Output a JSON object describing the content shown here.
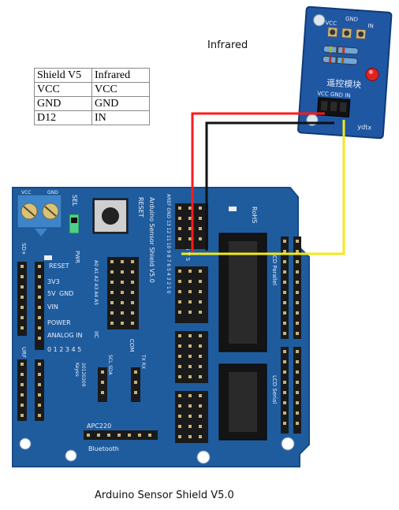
{
  "infrared_caption": "Infrared",
  "board_caption": "Arduino Sensor Shield V5.0",
  "pin_table": {
    "header": [
      "Shield V5",
      "Infrared"
    ],
    "rows": [
      [
        "VCC",
        "VCC"
      ],
      [
        "GND",
        "GND"
      ],
      [
        "D12",
        "IN"
      ]
    ]
  },
  "ir_module": {
    "top_labels": [
      "VCC",
      "GND",
      "IN"
    ],
    "chinese_label": "遥控模块",
    "bottom_labels": "VCC GND IN",
    "brand": "ydtx"
  },
  "board_labels": {
    "title": "Arduino Sensor Shield V5.0",
    "reset": "RESET",
    "rohs": "RoHS",
    "pwr": "PWR",
    "sel": "SEL",
    "vcc": "VCC",
    "gnd": "GND",
    "reset_block": "RESET",
    "v33": "3V3",
    "v5": "5V",
    "gnd2": "GND",
    "vin": "VIN",
    "power": "POWER",
    "analog_in": "ANALOG IN",
    "analog_nums": "0 1 2 3 4 5",
    "urf": "URF 01+",
    "sd": "SD+",
    "analog_top": "AREF GND 13 12  11 10 9 8  7 6 5 4  3 2 1 0",
    "iic": "IIC",
    "com": "COM",
    "scl_sda": "SCL SDA",
    "txrx": "TX RX",
    "a_pins": "A0 A1 A2 A3 A4 A5",
    "apc": "APC220",
    "bluetooth": "Bluetooth",
    "keyes": "Keyes",
    "date": "20120209",
    "lcd_parallel": "LCD Parallel",
    "lcd_serial": "LCD Serial",
    "gvs": "G V S"
  },
  "wires": [
    {
      "name": "vcc",
      "color": "#ff1a1a"
    },
    {
      "name": "gnd",
      "color": "#111111"
    },
    {
      "name": "signal",
      "color": "#f2ea1a"
    }
  ],
  "colors": {
    "pcb": "#1f5c9e",
    "pcb_edge": "#164a85",
    "header_black": "#1a1a1a",
    "pin_gold": "#c9b37a"
  }
}
